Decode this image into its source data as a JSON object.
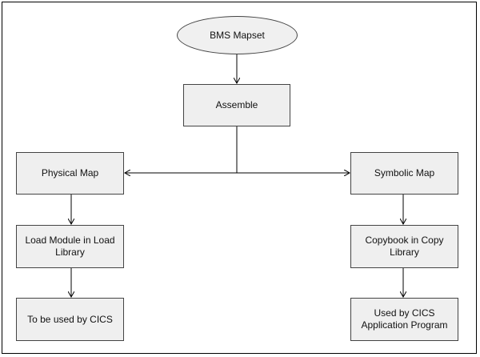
{
  "nodes": {
    "mapset": {
      "label": "BMS Mapset"
    },
    "assemble": {
      "label": "Assemble"
    },
    "physical": {
      "label": "Physical Map"
    },
    "symbolic": {
      "label": "Symbolic Map"
    },
    "load_module": {
      "label": "Load Module in Load Library"
    },
    "copybook": {
      "label": "Copybook in Copy Library"
    },
    "cics": {
      "label": "To be used by CICS"
    },
    "app_program": {
      "label": "Used by CICS Application Program"
    }
  },
  "edges": [
    {
      "from": "mapset",
      "to": "assemble"
    },
    {
      "from": "assemble",
      "to": "physical"
    },
    {
      "from": "assemble",
      "to": "symbolic"
    },
    {
      "from": "physical",
      "to": "load_module"
    },
    {
      "from": "load_module",
      "to": "cics"
    },
    {
      "from": "symbolic",
      "to": "copybook"
    },
    {
      "from": "copybook",
      "to": "app_program"
    }
  ],
  "colors": {
    "node_fill": "#efefef",
    "line": "#000000"
  }
}
